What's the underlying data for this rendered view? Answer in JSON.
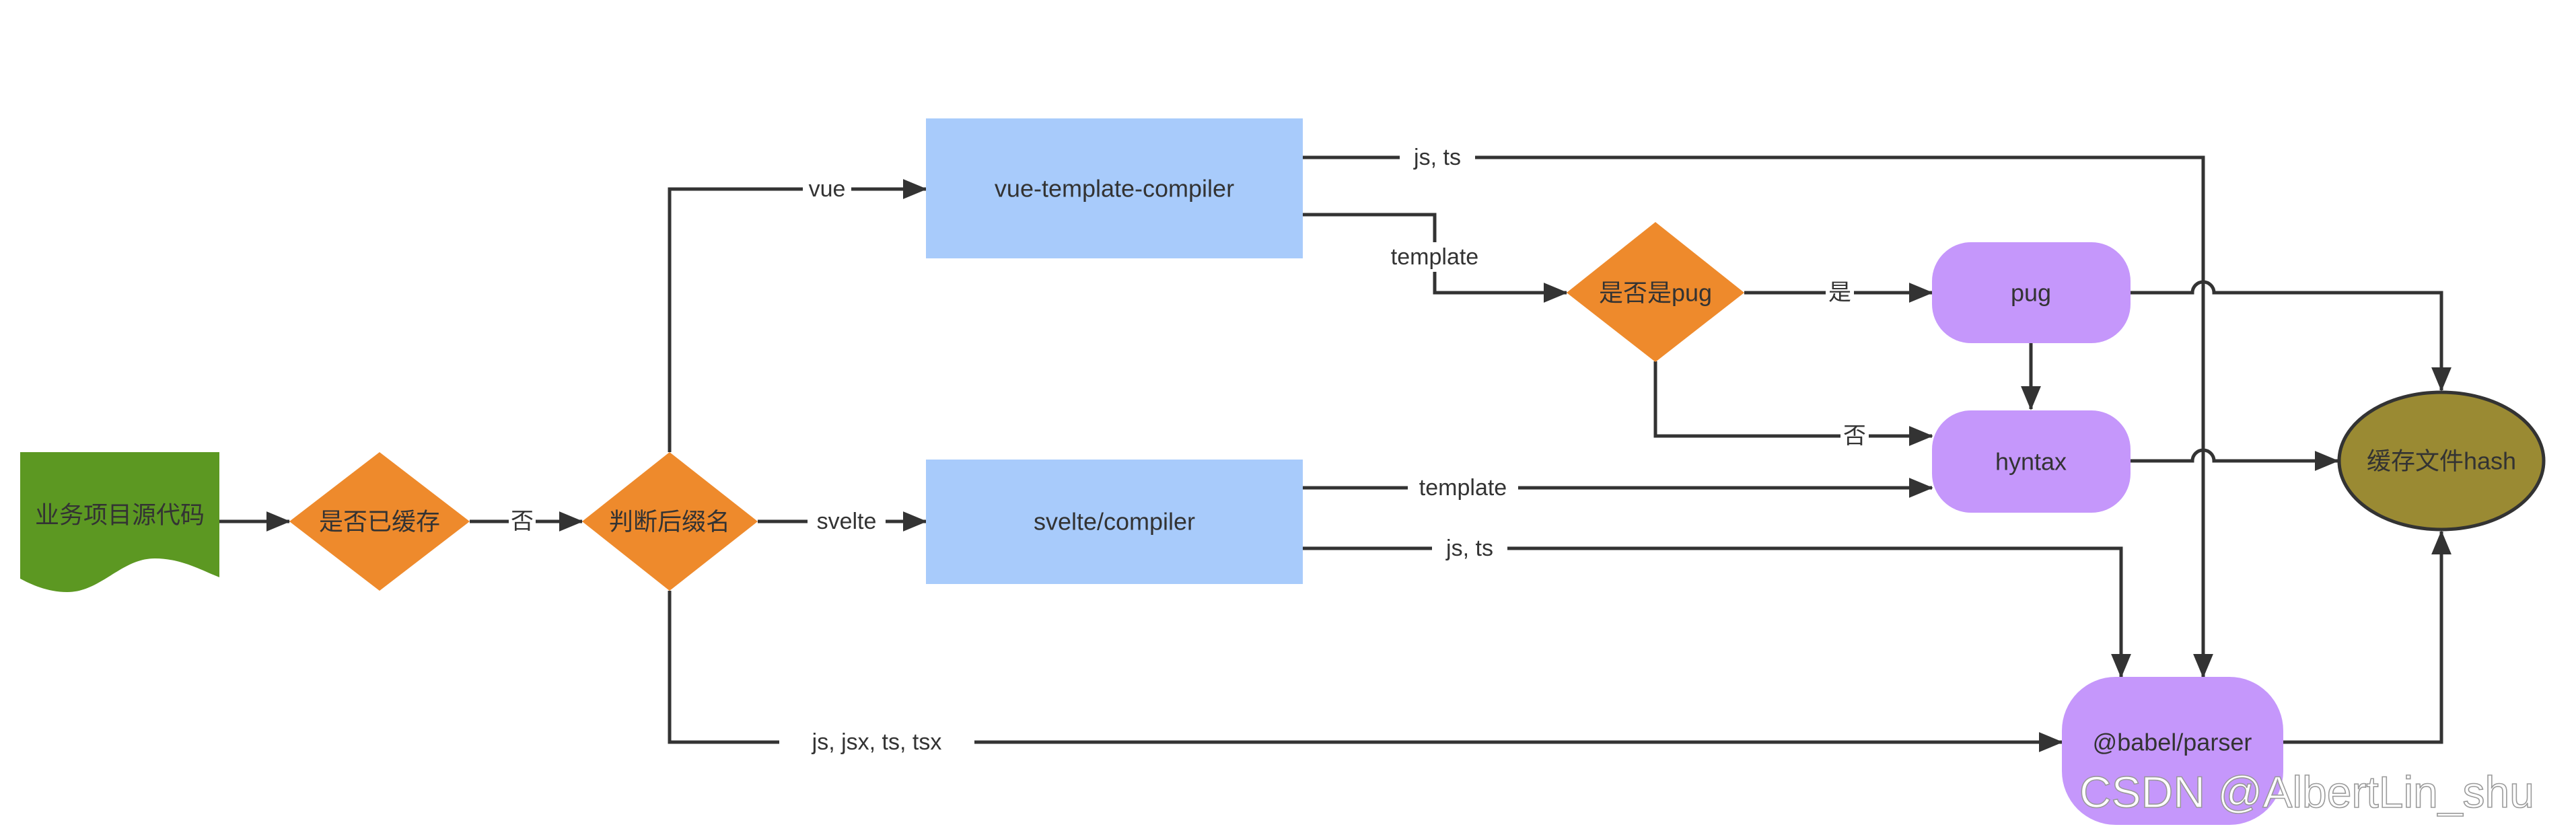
{
  "nodes": {
    "source": "业务项目源代码",
    "cached": "是否已缓存",
    "judge": "判断后缀名",
    "vue_compiler": "vue-template-compiler",
    "svelte_compiler": "svelte/compiler",
    "is_pug": "是否是pug",
    "pug": "pug",
    "hyntax": "hyntax",
    "babel": "@babel/parser",
    "cache_hash": "缓存文件hash"
  },
  "edges": {
    "no_1": "否",
    "vue": "vue",
    "svelte": "svelte",
    "js_jsx_ts_tsx": "js, jsx, ts, tsx",
    "vue_js_ts": "js, ts",
    "vue_template": "template",
    "yes": "是",
    "no_2": "否",
    "svelte_template": "template",
    "svelte_js_ts": "js, ts"
  },
  "watermark": "CSDN @AlbertLin_shu",
  "colors": {
    "source_fill": "#5c9822",
    "decision_fill": "#ee8a2c",
    "compiler_fill": "#a8cbfb",
    "parser_fill": "#c597fb",
    "cache_fill": "#9a8a33",
    "line": "#333333"
  }
}
